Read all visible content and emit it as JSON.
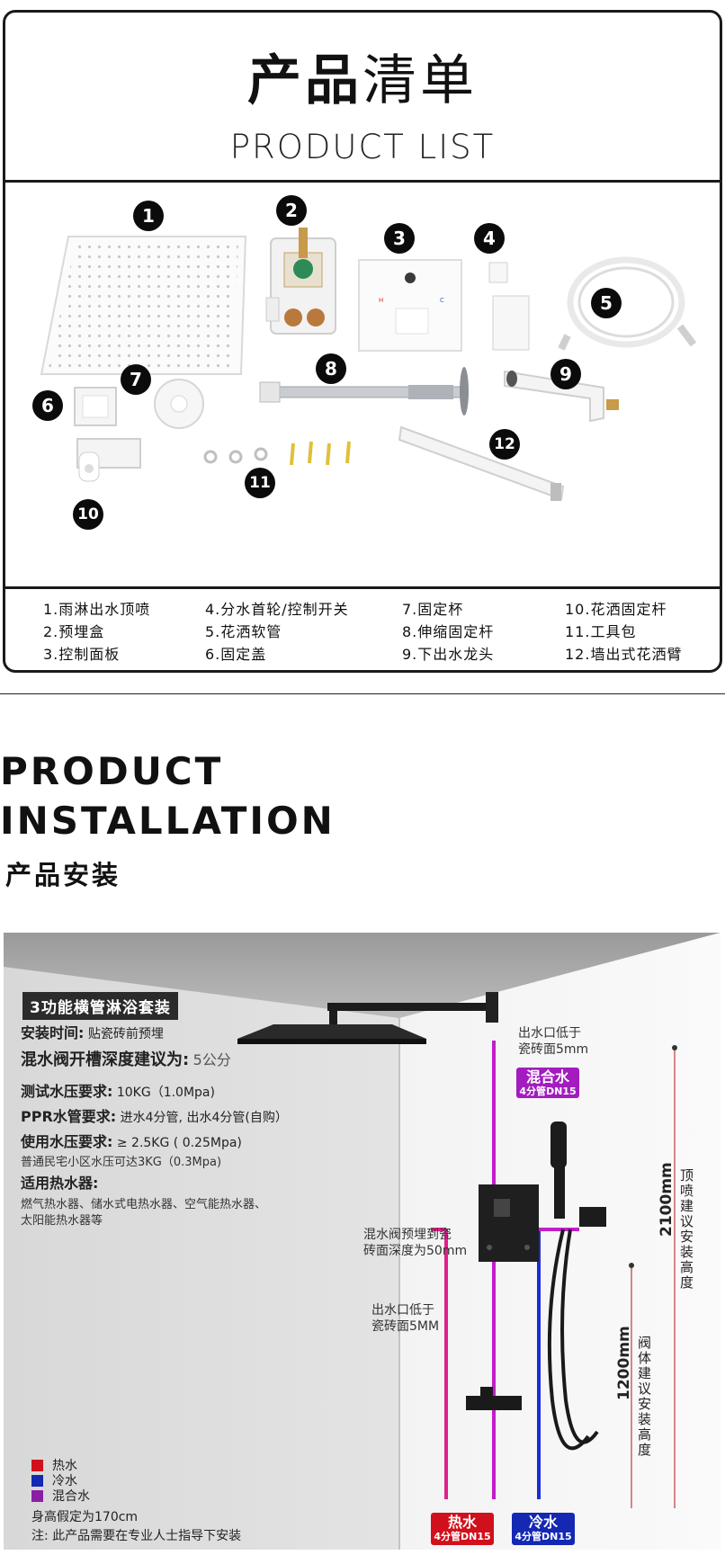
{
  "product_list": {
    "title_bold": "产品",
    "title_light": "清单",
    "subtitle": "PRODUCT LIST",
    "markers": [
      "1",
      "2",
      "3",
      "4",
      "5",
      "6",
      "7",
      "8",
      "9",
      "10",
      "11",
      "12"
    ],
    "legend_cols": [
      [
        "1.雨淋出水顶喷",
        "2.预埋盒",
        "3.控制面板"
      ],
      [
        "4.分水首轮/控制开关",
        "5.花洒软管",
        "6.固定盖"
      ],
      [
        "7.固定杯",
        "8.伸缩固定杆",
        "9.下出水龙头"
      ],
      [
        "10.花洒固定杆",
        "11.工具包",
        "12.墙出式花洒臂"
      ]
    ]
  },
  "installation": {
    "title_line1": "PRODUCT",
    "title_line2": "INSTALLATION",
    "title_cn": "产品安装",
    "badge_prefix": "3",
    "badge": "功能横管淋浴套装",
    "specs": {
      "time_label": "安装时间:",
      "time_value": "贴瓷砖前预埋",
      "depth_label": "混水阀开槽深度建议为:",
      "depth_value": "5公分",
      "pressure_label": "测试水压要求:",
      "pressure_value": "10KG（1.0Mpa)",
      "ppr_label": "PPR水管要求:",
      "ppr_value": "进水4分管, 出水4分管(自购）",
      "use_label": "使用水压要求:",
      "use_value": "≥ 2.5KG ( 0.25Mpa)",
      "use_note": "普通民宅小区水压可达3KG（0.3Mpa)",
      "heater_label": "适用热水器:",
      "heater_line1": "燃气热水器、储水式电热水器、空气能热水器、",
      "heater_line2": "太阳能热水器等"
    },
    "callouts": {
      "outlet_top_1": "出水口低于",
      "outlet_top_2": "瓷砖面5mm",
      "valve_1": "混水阀预埋到瓷",
      "valve_2": "砖面深度为50mm",
      "outlet_low_1": "出水口低于",
      "outlet_low_2": "瓷砖面5MM"
    },
    "tags": {
      "mixed": "混合水",
      "mixed_sub": "4分管DN15",
      "hot": "热水",
      "hot_sub": "4分管DN15",
      "cold": "冷水",
      "cold_sub": "4分管DN15"
    },
    "dims": {
      "top_value": "2100mm",
      "top_label": "顶喷建议安装高度",
      "valve_value": "1200mm",
      "valve_label": "阀体建议安装高度"
    },
    "key": [
      {
        "label": "热水",
        "color": "#d0101c"
      },
      {
        "label": "冷水",
        "color": "#1428b4"
      },
      {
        "label": "混合水",
        "color": "#8a1fa6"
      }
    ],
    "foot_1": "身高假定为170cm",
    "foot_2": "注: 此产品需要在专业人士指导下安装"
  }
}
